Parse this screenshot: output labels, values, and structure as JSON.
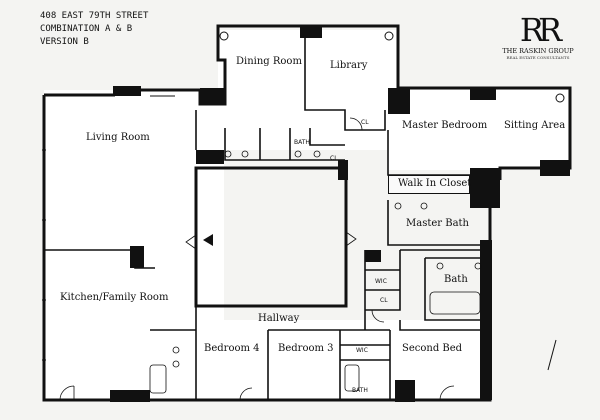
{
  "header": {
    "address": "408 EAST 79TH STREET",
    "combination": "COMBINATION A & B",
    "version": "VERSION B"
  },
  "logo": {
    "mark": "RR",
    "company": "THE RASKIN GROUP",
    "tagline": "REAL ESTATE CONSULTANTS"
  },
  "rooms": {
    "dining_room": "Dining Room",
    "library": "Library",
    "living_room": "Living Room",
    "master_bedroom": "Master Bedroom",
    "sitting_area": "Sitting Area",
    "walk_in_closet": "Walk In Closet",
    "master_bath": "Master Bath",
    "bath": "Bath",
    "kitchen_family_room": "Kitchen/Family Room",
    "hallway": "Hallway",
    "bedroom_4": "Bedroom 4",
    "bedroom_3": "Bedroom 3",
    "second_bed": "Second Bed"
  },
  "small_labels": {
    "cl_library": "CL",
    "cl_hall": "CL",
    "cl_west": "CL",
    "bath_central": "BATH",
    "wic_west": "WIC",
    "wic_bedroom3": "WIC",
    "bath_bedroom3": "BATH"
  },
  "colors": {
    "wall": "#111111",
    "floor": "#ffffff",
    "background": "#f4f4f2"
  }
}
